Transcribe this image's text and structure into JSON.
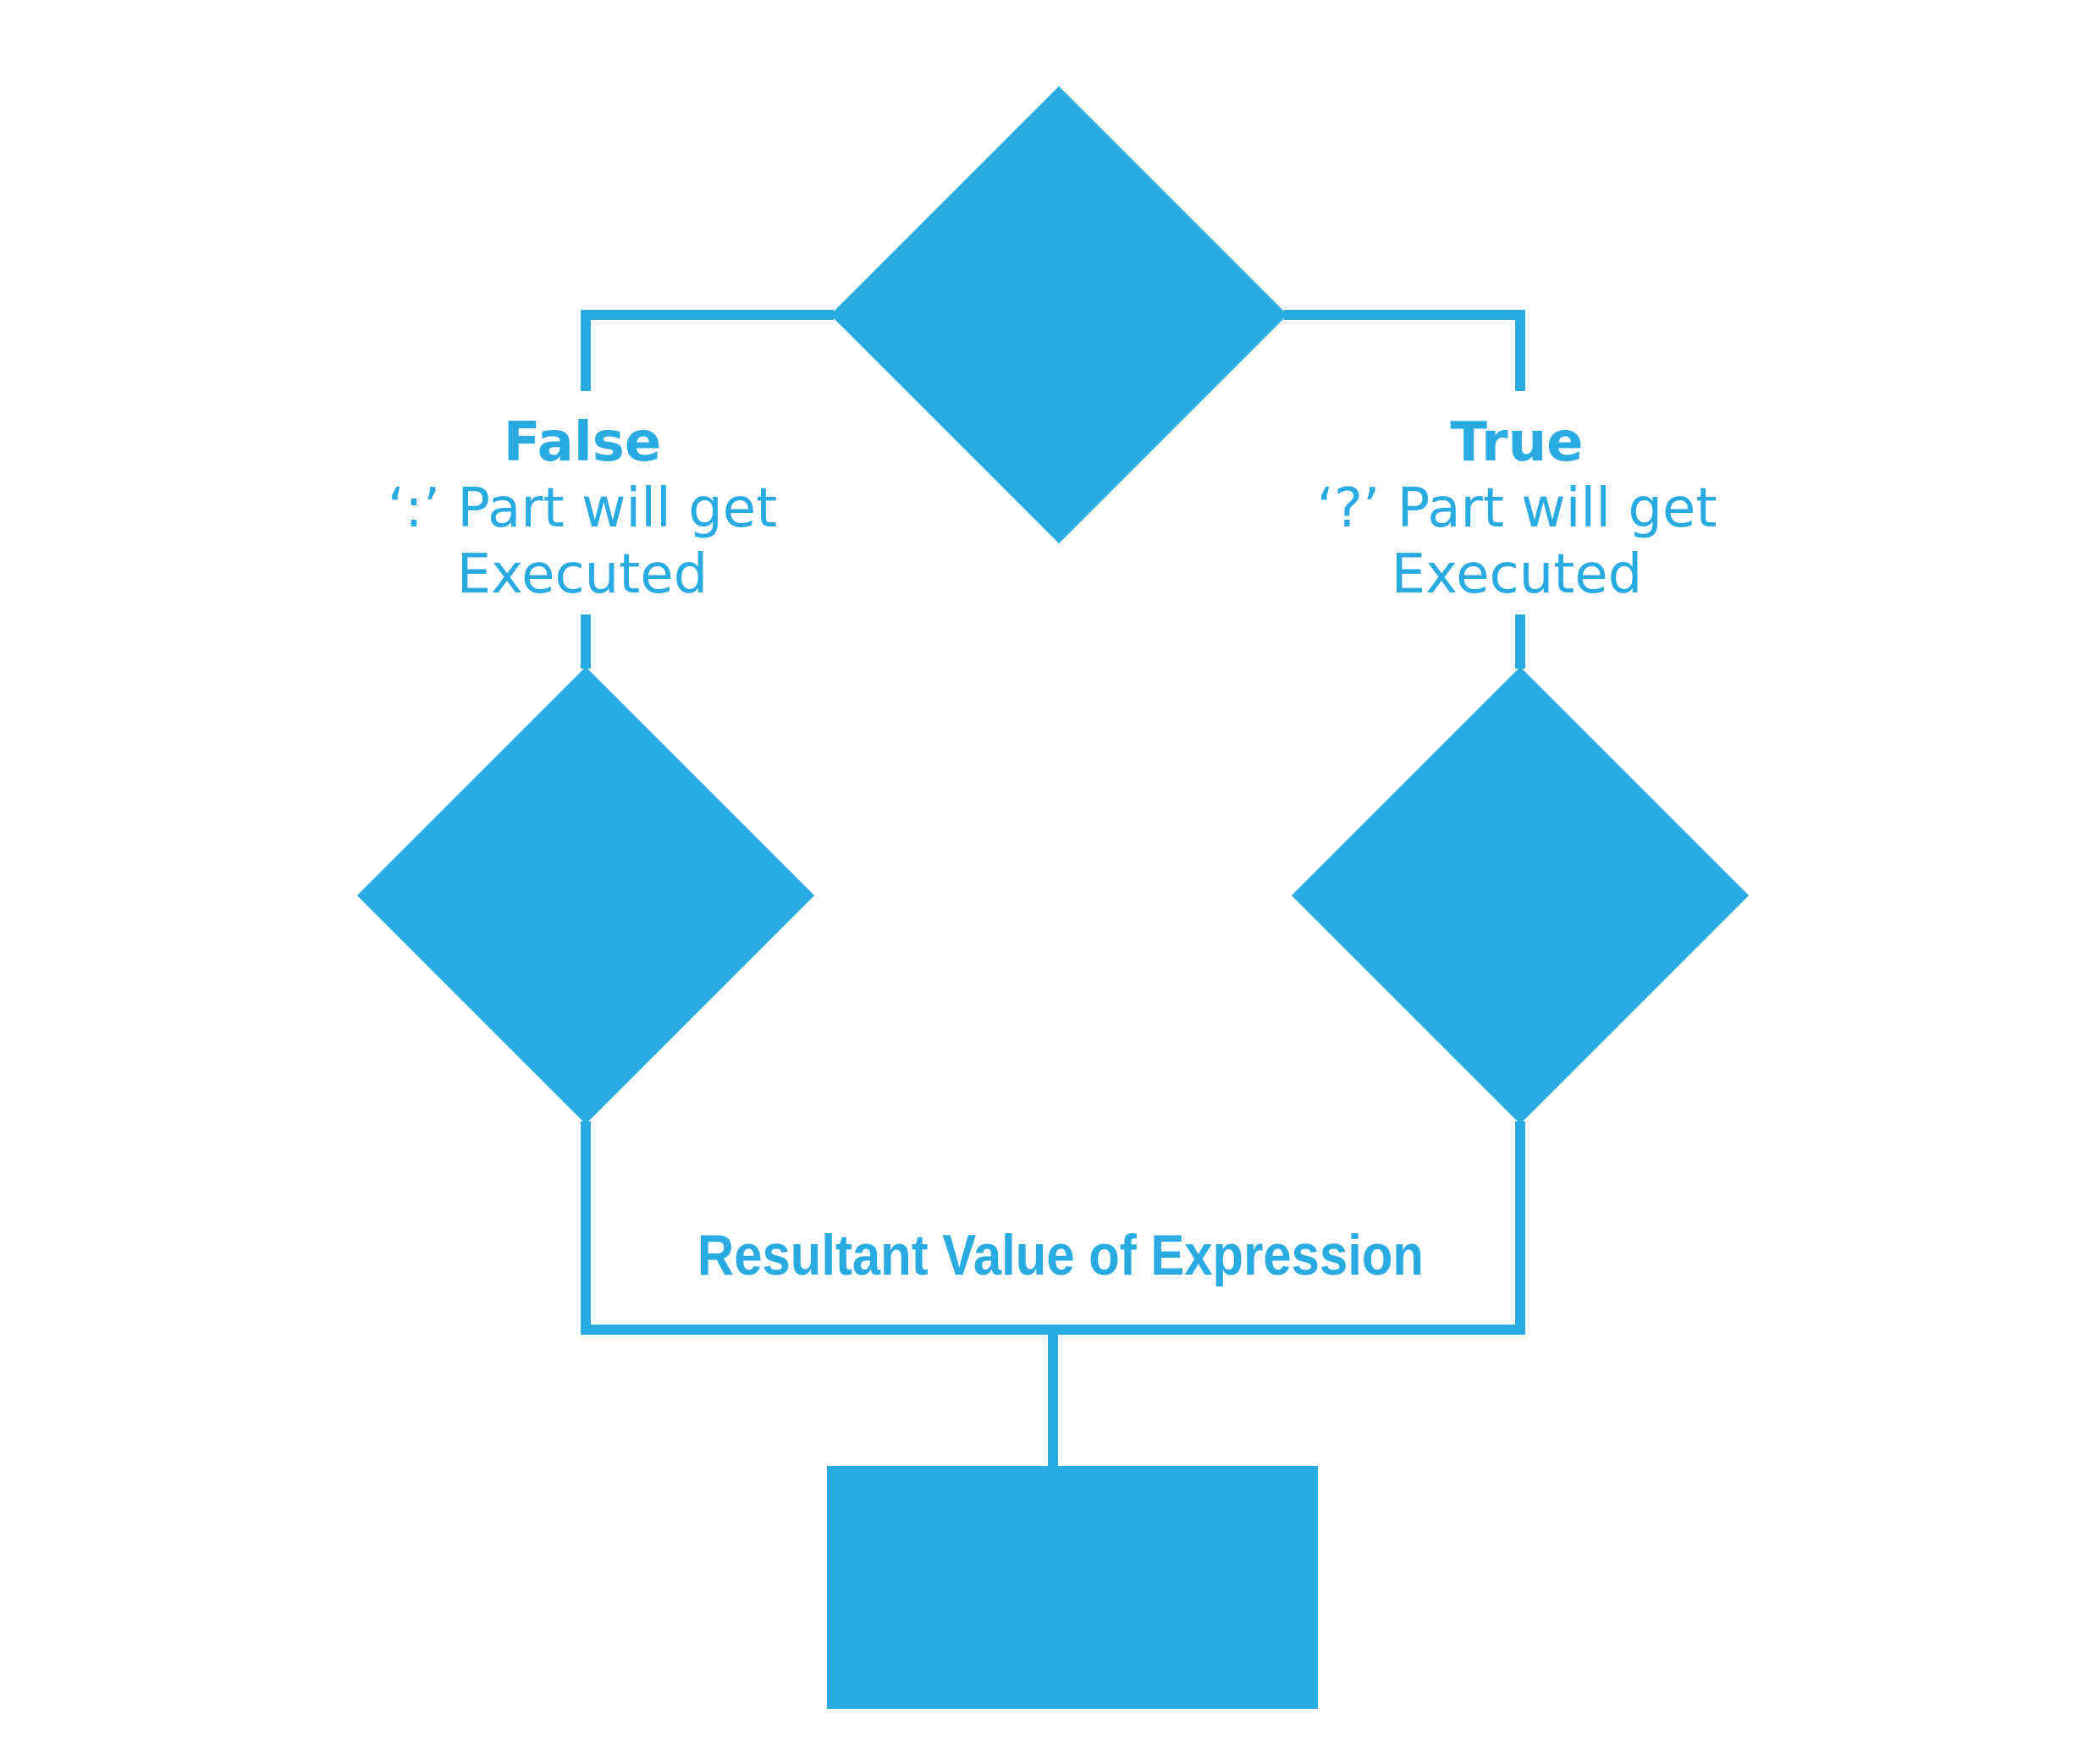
{
  "colors": {
    "accent": "#29ABE2",
    "background": "#FFFFFF"
  },
  "flowchart": {
    "false_branch": {
      "title": "False",
      "line1": "‘:’ Part will get",
      "line2": "Executed"
    },
    "true_branch": {
      "title": "True",
      "line1": "‘?’ Part will get",
      "line2": "Executed"
    },
    "result_label": "Resultant Value of Expression"
  }
}
